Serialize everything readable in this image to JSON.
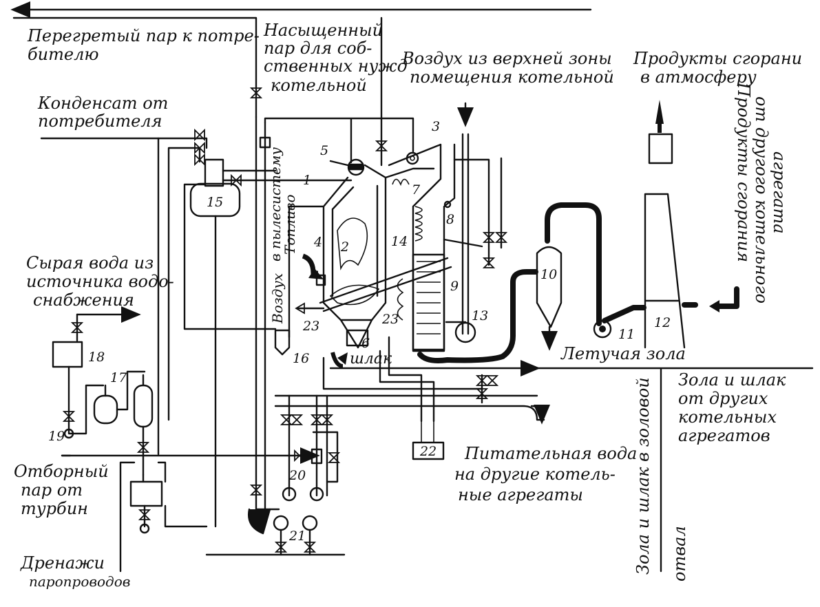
{
  "labels": {
    "superheated_steam": [
      "Перегретый пар к потре-",
      "бителю"
    ],
    "saturated_steam": [
      "Насыщенный",
      "пар для соб-",
      "ственных нужд",
      "котельной"
    ],
    "air_upper_zone": [
      "Воздух из верхней зоны",
      "помещения котельной"
    ],
    "flue_to_atmosphere": [
      "Продукты сгорани",
      "в атмосферу"
    ],
    "flue_from_other": [
      "Продукты сгорания",
      "от другого котельного",
      "агрегата"
    ],
    "condensate": [
      "Конденсат от",
      "потребителя"
    ],
    "raw_water": [
      "Сырая вода из",
      "источника водо-",
      "снабжения"
    ],
    "fuel": "Топливо",
    "to_dust_system": "в пылесистему",
    "air": "Воздух",
    "slag": "шлак",
    "fly_ash": "Летучая зола",
    "ash_from_other": [
      "Зола и шлак",
      "от других",
      "котельных",
      "агрегатов"
    ],
    "ash_to_dump": [
      "Зола и шлак в золовой",
      "отвал"
    ],
    "feedwater_other": [
      "Питательная вода",
      "на другие котель-",
      "ные агрегаты"
    ],
    "extraction_steam": [
      "Отборный",
      "пар от",
      "турбин"
    ],
    "drains": [
      "Дренажи",
      "паропроводов"
    ]
  },
  "numbers": {
    "n1": "1",
    "n2": "2",
    "n3": "3",
    "n4": "4",
    "n5": "5",
    "n6": "6",
    "n7": "7",
    "n8": "8",
    "n9": "9",
    "n10": "10",
    "n11": "11",
    "n12": "12",
    "n13": "13",
    "n14": "14",
    "n15": "15",
    "n16": "16",
    "n17": "17",
    "n18": "18",
    "n19": "19",
    "n20": "20",
    "n21": "21",
    "n22": "22",
    "n23a": "23",
    "n23b": "23"
  }
}
